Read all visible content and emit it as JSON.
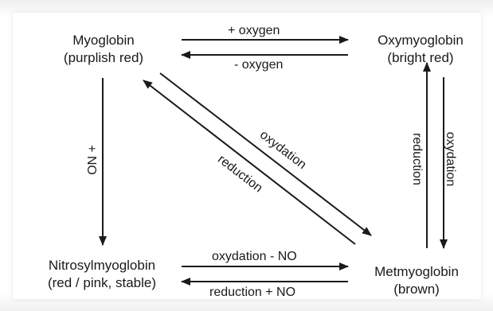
{
  "nodes": {
    "myoglobin": {
      "name": "Myoglobin",
      "desc": "(purplish red)"
    },
    "oxymyoglobin": {
      "name": "Oxymyoglobin",
      "desc": "(bright  red)"
    },
    "nitrosylmyoglobin": {
      "name": "Nitrosylmyoglobin",
      "desc": "(red / pink, stable)"
    },
    "metmyoglobin": {
      "name": "Metmyoglobin",
      "desc": "(brown)"
    }
  },
  "edges": {
    "myo_to_oxy": "+ oxygen",
    "oxy_to_myo": "- oxygen",
    "myo_to_nitro": "ON +",
    "myo_to_met": "oxydation",
    "met_to_myo": "reduction",
    "oxy_to_met": "oxydation",
    "met_to_oxy": "reduction",
    "nitro_to_met": "oxydation - NO",
    "met_to_nitro": "reduction + NO"
  },
  "colors": {
    "arrow": "#1a1a1a",
    "background": "#ffffff"
  }
}
